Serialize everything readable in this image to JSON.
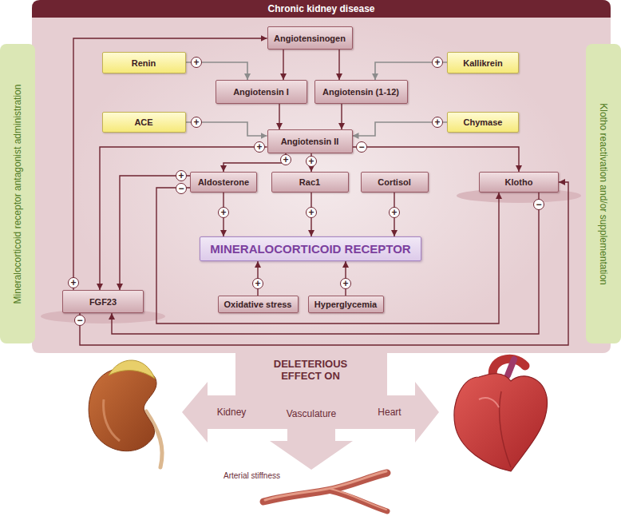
{
  "diagram": {
    "title": "Chronic kidney disease",
    "nodes": [
      {
        "text": [
          "Angiotensinogen"
        ]
      },
      {
        "text": [
          "Renin"
        ]
      },
      {
        "text": [
          "Kallikrein"
        ]
      },
      {
        "text": [
          "Angiotensin I"
        ]
      },
      {
        "text": [
          "Angiotensin (1-12)"
        ]
      },
      {
        "text": [
          "ACE"
        ]
      },
      {
        "text": [
          "Chymase"
        ]
      },
      {
        "text": [
          "Angiotensin II"
        ]
      },
      {
        "text": [
          "Aldosterone"
        ]
      },
      {
        "text": [
          "Rac1"
        ]
      },
      {
        "text": [
          "Cortisol"
        ]
      },
      {
        "text": [
          "Klotho"
        ]
      },
      {
        "text": [
          "MINERALOCORTICOID RECEPTOR"
        ]
      },
      {
        "text": [
          "FGF23"
        ]
      },
      {
        "text": [
          "Oxidative stress"
        ]
      },
      {
        "text": [
          "Hyperglycemia"
        ]
      },
      {
        "text": [
          "Mineralocorticoid receptor antagonist administration"
        ]
      },
      {
        "text": [
          "Klotho reactivation and/or supplementation"
        ]
      },
      {
        "text": [
          "DELETERIOUS EFFECT ON",
          "Kidney",
          "Vasculature",
          "Heart"
        ]
      }
    ],
    "edges": [
      {
        "from": 0,
        "to": 3,
        "arrow": "to"
      },
      {
        "from": 0,
        "to": 4,
        "arrow": "to"
      },
      {
        "from": 1,
        "to": 3,
        "label": "+",
        "arrow": "to"
      },
      {
        "from": 2,
        "to": 4,
        "label": "+",
        "arrow": "to"
      },
      {
        "from": 3,
        "to": 7,
        "arrow": "to"
      },
      {
        "from": 4,
        "to": 7,
        "arrow": "to"
      },
      {
        "from": 5,
        "to": 7,
        "label": "+",
        "arrow": "to"
      },
      {
        "from": 6,
        "to": 7,
        "label": "+",
        "arrow": "to"
      },
      {
        "from": 7,
        "to": 13,
        "label": "+",
        "arrow": "to"
      },
      {
        "from": 7,
        "to": 11,
        "label": "−",
        "arrow": "to"
      },
      {
        "from": 7,
        "to": 8,
        "label": "+",
        "arrow": "to"
      },
      {
        "from": 7,
        "to": 9,
        "label": "+",
        "arrow": "to"
      },
      {
        "from": 8,
        "to": 13,
        "label": "+",
        "arrow": "to"
      },
      {
        "from": 8,
        "to": 11,
        "label": "−",
        "arrow": "to"
      },
      {
        "from": 8,
        "to": 12,
        "label": "+",
        "arrow": "to"
      },
      {
        "from": 9,
        "to": 12,
        "label": "+",
        "arrow": "to"
      },
      {
        "from": 10,
        "to": 12,
        "label": "+",
        "arrow": "to"
      },
      {
        "from": 11,
        "to": 13,
        "label": "−",
        "arrow": "to"
      },
      {
        "from": 13,
        "to": 0,
        "label": "+",
        "arrow": "to"
      },
      {
        "from": 13,
        "to": 11,
        "label": "−",
        "arrow": "to"
      },
      {
        "from": 14,
        "to": 12,
        "label": "+",
        "arrow": "to"
      },
      {
        "from": 15,
        "to": 12,
        "label": "+",
        "arrow": "to"
      }
    ],
    "labels": [
      "Arterial stiffness"
    ]
  }
}
